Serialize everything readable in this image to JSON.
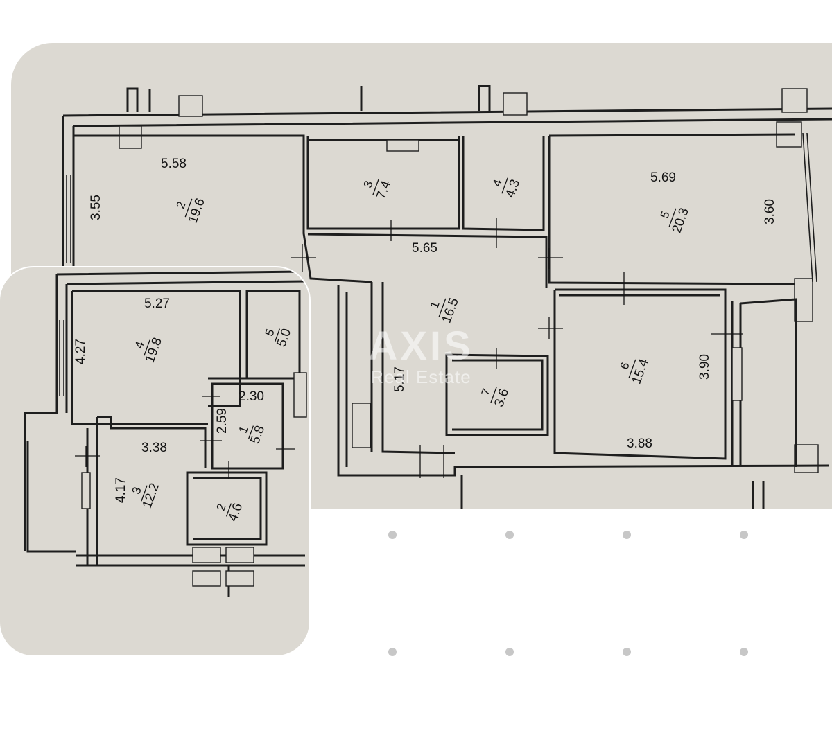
{
  "plan_main": {
    "rooms": [
      {
        "num": "2",
        "area": "19.6"
      },
      {
        "num": "3",
        "area": "7.4"
      },
      {
        "num": "4",
        "area": "4.3"
      },
      {
        "num": "5",
        "area": "20.3"
      },
      {
        "num": "1",
        "area": "16.5"
      },
      {
        "num": "7",
        "area": "3.6"
      },
      {
        "num": "6",
        "area": "15.4"
      }
    ],
    "dimensions": [
      "5.58",
      "3.55",
      "5.69",
      "3.60",
      "5.65",
      "5.17",
      "3.90",
      "3.88"
    ]
  },
  "plan_inset": {
    "rooms": [
      {
        "num": "4",
        "area": "19.8"
      },
      {
        "num": "5",
        "area": "5.0"
      },
      {
        "num": "1",
        "area": "5.8"
      },
      {
        "num": "3",
        "area": "12.2"
      },
      {
        "num": "2",
        "area": "4.6"
      }
    ],
    "dimensions": [
      "5.27",
      "4.27",
      "2.30",
      "2.59",
      "3.38",
      "4.17"
    ]
  },
  "watermark": {
    "title": "AXIS",
    "subtitle": "Real Estate"
  },
  "colors": {
    "paper": "#dcd9d2",
    "ink": "#1e1e1e",
    "background": "#ffffff",
    "dots": "#c7c7c7"
  }
}
